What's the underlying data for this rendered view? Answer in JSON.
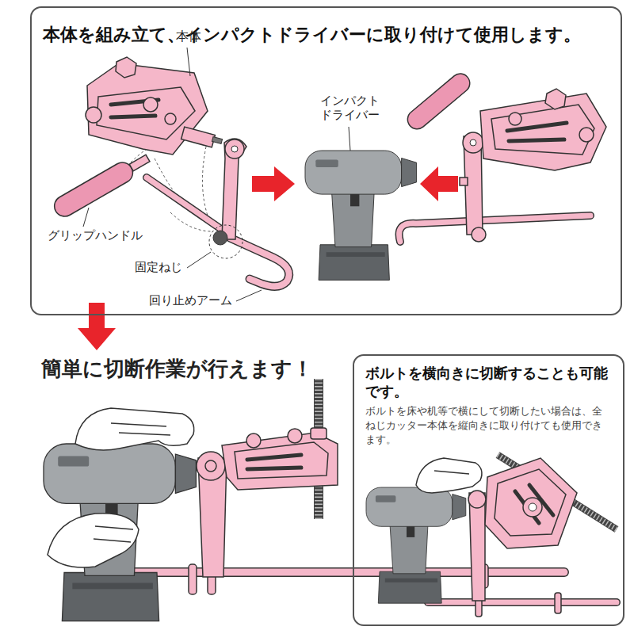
{
  "diagram": {
    "nodes": [
      {
        "text": [
          "本体を組み立て、インパクトドライバーに取り付けて使用します。"
        ]
      },
      {
        "text": [
          "ボルトを横向きに切断することも可能です。",
          "ボルトを床や机等で横にして切断したい場合は、全ねじカッター本体を縦向きに取り付けても使用できます。"
        ]
      }
    ],
    "labels": [
      "本体",
      "インパクト ドライバー",
      "グリップハンドル",
      "固定ねじ",
      "回り止めアーム",
      "簡単に切断作業が行えます！"
    ]
  }
}
